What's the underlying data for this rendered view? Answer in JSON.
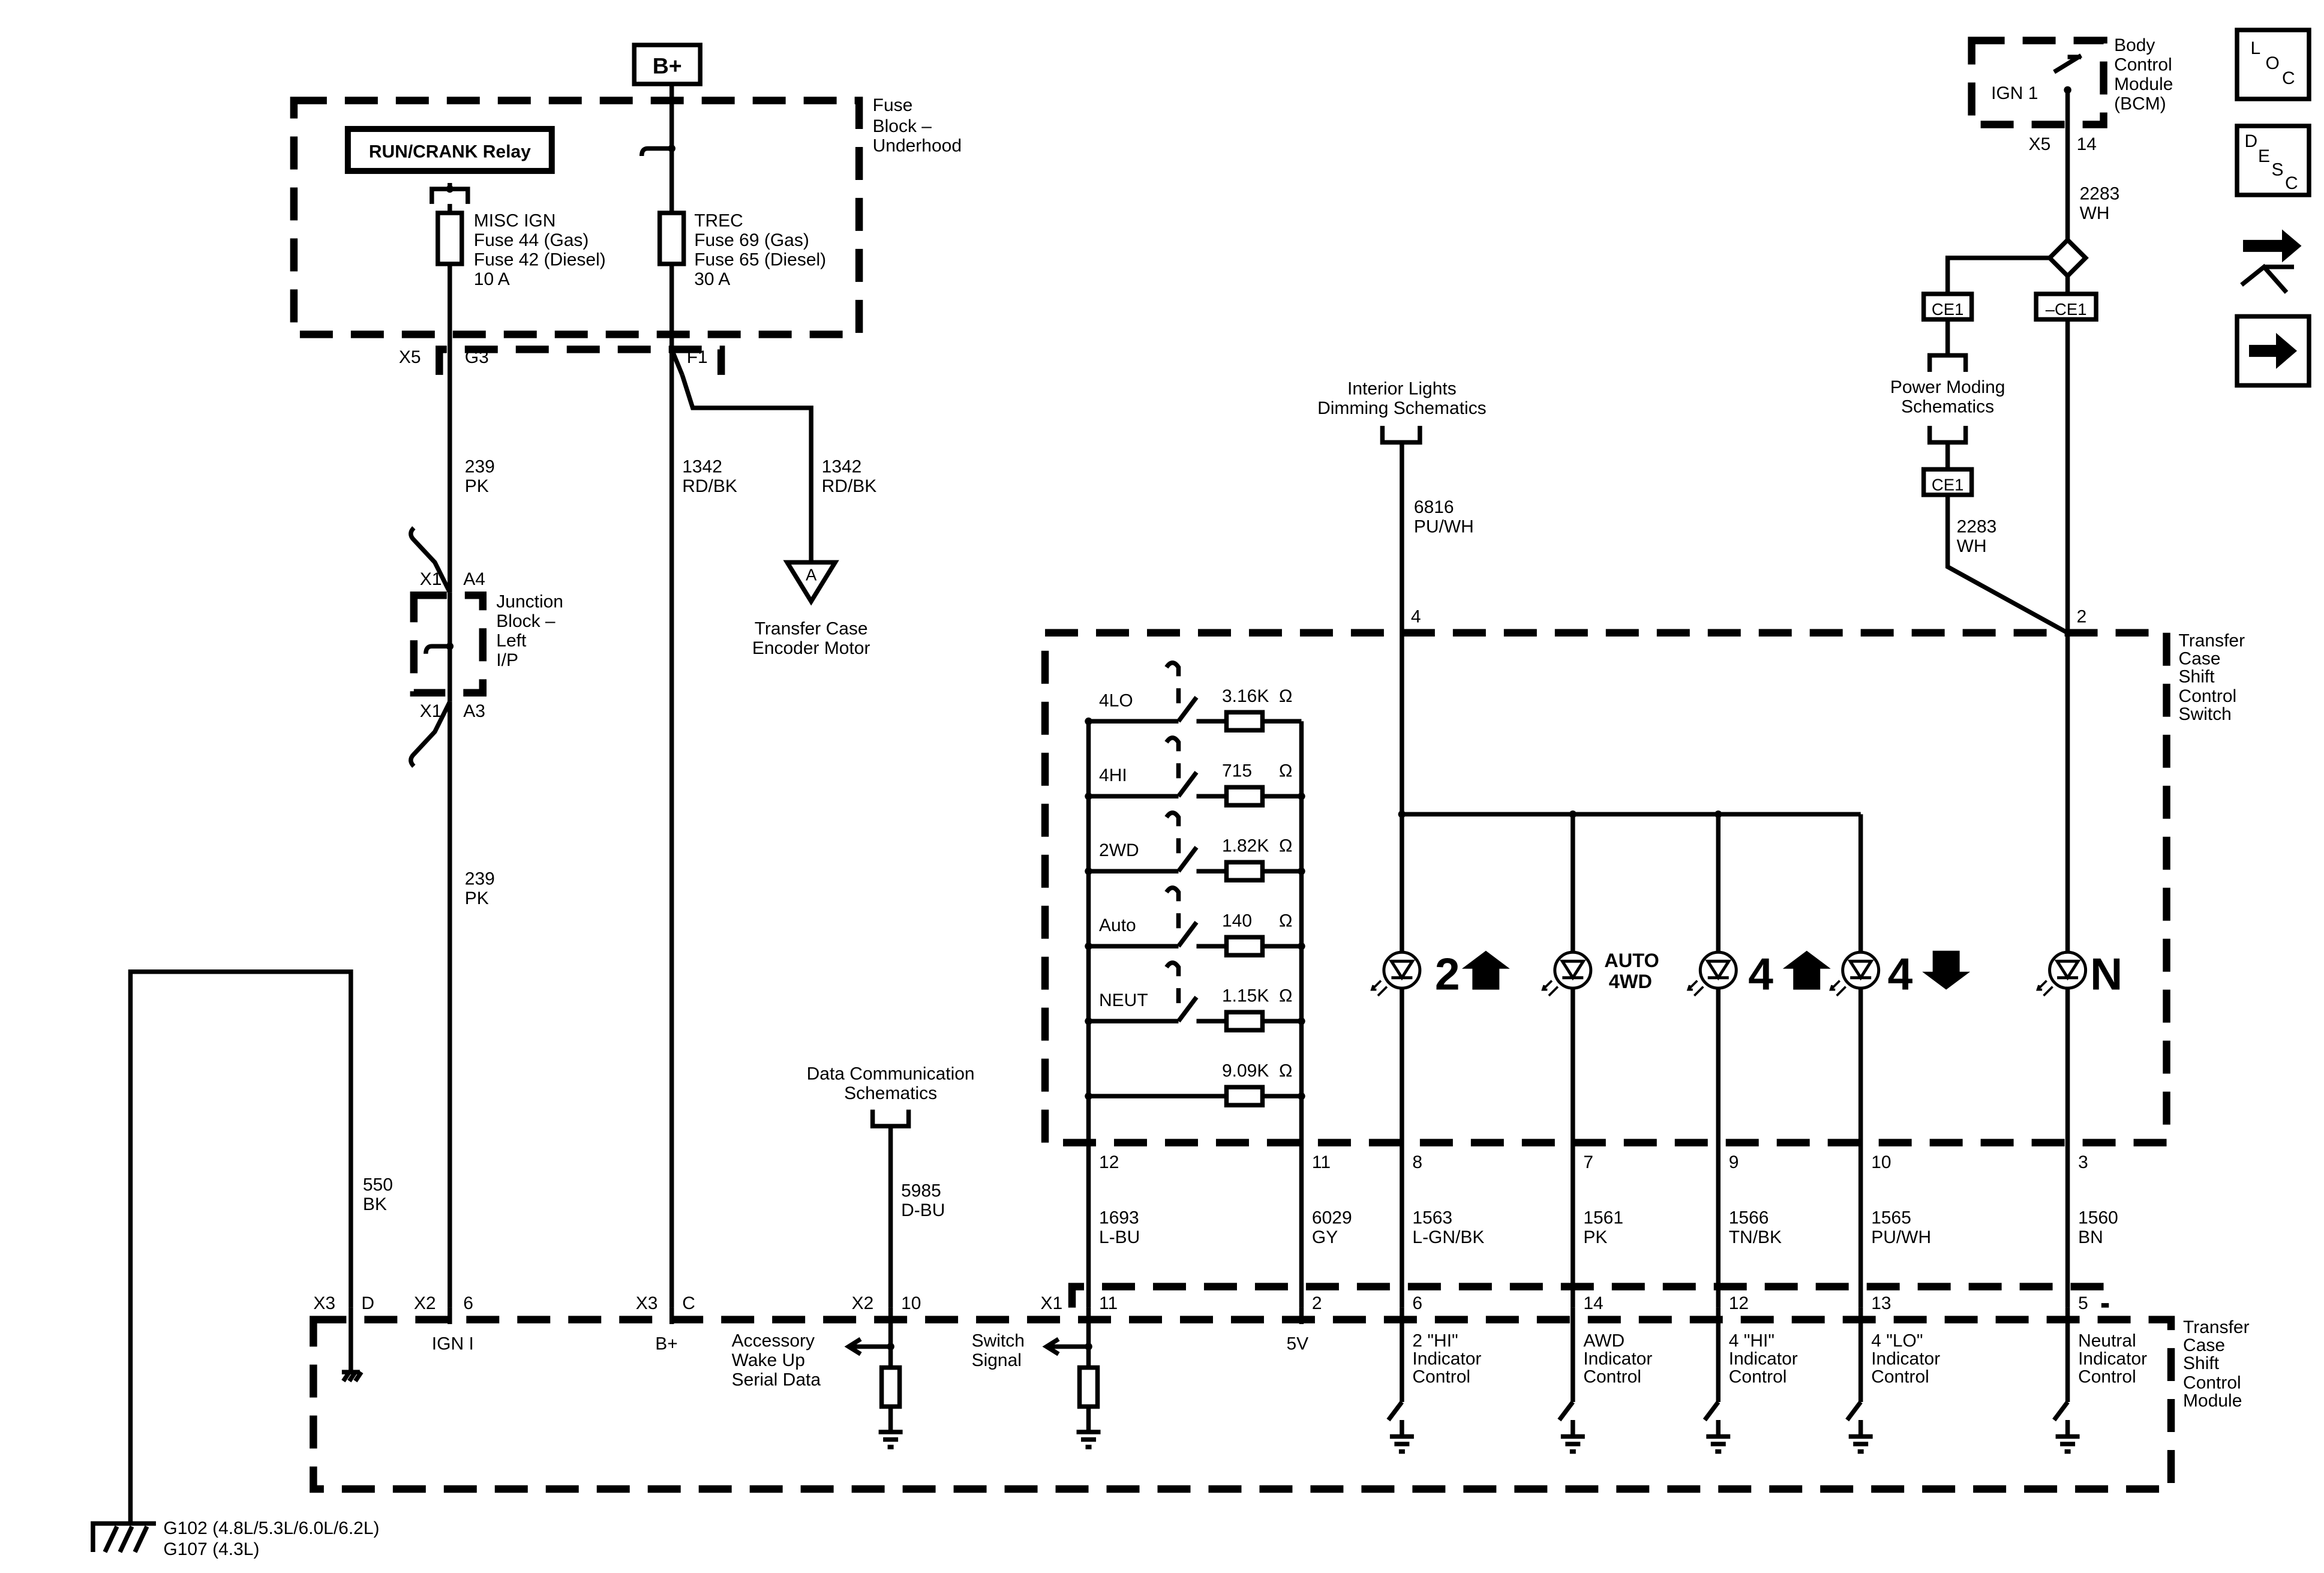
{
  "supply": {
    "bplus": "B+"
  },
  "fuse_block": {
    "title": [
      "Fuse",
      "Block –",
      "Underhood"
    ],
    "relay": "RUN/CRANK Relay",
    "misc_fuse": [
      "MISC IGN",
      "Fuse 44 (Gas)",
      "Fuse 42 (Diesel)",
      "10 A"
    ],
    "trec_fuse": [
      "TREC",
      "Fuse 69 (Gas)",
      "Fuse 65 (Diesel)",
      "30 A"
    ],
    "conn_x5": "X5",
    "pin_g3": "G3",
    "pin_f1": "F1"
  },
  "wires": {
    "w239_a": [
      "239",
      "PK"
    ],
    "w239_b": [
      "239",
      "PK"
    ],
    "w1342_a": [
      "1342",
      "RD/BK"
    ],
    "w1342_b": [
      "1342",
      "RD/BK"
    ],
    "w550": [
      "550",
      "BK"
    ],
    "w5985": [
      "5985",
      "D-BU"
    ],
    "w6816": [
      "6816",
      "PU/WH"
    ],
    "w2283_a": [
      "2283",
      "WH"
    ],
    "w2283_b": [
      "2283",
      "WH"
    ],
    "w1693": [
      "1693",
      "L-BU"
    ],
    "w6029": [
      "6029",
      "GY"
    ],
    "w1563": [
      "1563",
      "L-GN/BK"
    ],
    "w1561": [
      "1561",
      "PK"
    ],
    "w1566": [
      "1566",
      "TN/BK"
    ],
    "w1565": [
      "1565",
      "PU/WH"
    ],
    "w1560": [
      "1560",
      "BN"
    ]
  },
  "junction_block": {
    "title": [
      "Junction",
      "Block –",
      "Left",
      "I/P"
    ],
    "x1a": "X1",
    "pin_a4": "A4",
    "x1b": "X1",
    "pin_a3": "A3"
  },
  "encoder": {
    "letter": "A",
    "label": [
      "Transfer Case",
      "Encoder Motor"
    ]
  },
  "interior": {
    "label": [
      "Interior Lights",
      "Dimming Schematics"
    ]
  },
  "power_moding": {
    "label": [
      "Power Moding",
      "Schematics"
    ],
    "ce1_top": "CE1",
    "ce1_bottom": "CE1",
    "nce1": "–CE1"
  },
  "bcm": {
    "title": [
      "Body",
      "Control",
      "Module",
      "(BCM)"
    ],
    "ign": "IGN 1",
    "conn": "X5",
    "pin": "14"
  },
  "data_comm": {
    "label": [
      "Data Communication",
      "Schematics"
    ]
  },
  "switch": {
    "title": [
      "Transfer",
      "Case",
      "Shift",
      "Control",
      "Switch"
    ],
    "positions": [
      "4LO",
      "4HI",
      "2WD",
      "Auto",
      "NEUT"
    ],
    "resistors": [
      "3.16K",
      "715",
      "1.82K",
      "140",
      "1.15K",
      "9.09K"
    ],
    "ohm": "Ω",
    "pins_top": [
      "4",
      "2"
    ],
    "pins_bottom": [
      "12",
      "11",
      "8",
      "7",
      "9",
      "10",
      "3"
    ]
  },
  "indicators": {
    "two": "2",
    "auto": [
      "AUTO",
      "4WD"
    ],
    "four_hi": "4",
    "four_lo": "4",
    "neutral": "N"
  },
  "module": {
    "title": [
      "Transfer",
      "Case",
      "Shift",
      "Control",
      "Module"
    ],
    "conns": [
      "X3",
      "D",
      "X2",
      "6",
      "X3",
      "C",
      "X2",
      "10",
      "X1",
      "11",
      "2",
      "6",
      "14",
      "12",
      "13",
      "5"
    ],
    "ign": "IGN I",
    "bplus": "B+",
    "five_v": "5V",
    "accessory": [
      "Accessory",
      "Wake Up",
      "Serial Data"
    ],
    "switch_signal": [
      "Switch",
      "Signal"
    ],
    "controls": [
      [
        "2 \"HI\"",
        "Indicator",
        "Control"
      ],
      [
        "AWD",
        "Indicator",
        "Control"
      ],
      [
        "4 \"HI\"",
        "Indicator",
        "Control"
      ],
      [
        "4 \"LO\"",
        "Indicator",
        "Control"
      ],
      [
        "Neutral",
        "Indicator",
        "Control"
      ]
    ]
  },
  "ground": {
    "labels": [
      "G102 (4.8L/5.3L/6.0L/6.2L)",
      "G107 (4.3L)"
    ]
  },
  "sidebar": {
    "loc": [
      "L",
      "O",
      "C"
    ],
    "desc": [
      "D",
      "E",
      "S",
      "C"
    ]
  }
}
